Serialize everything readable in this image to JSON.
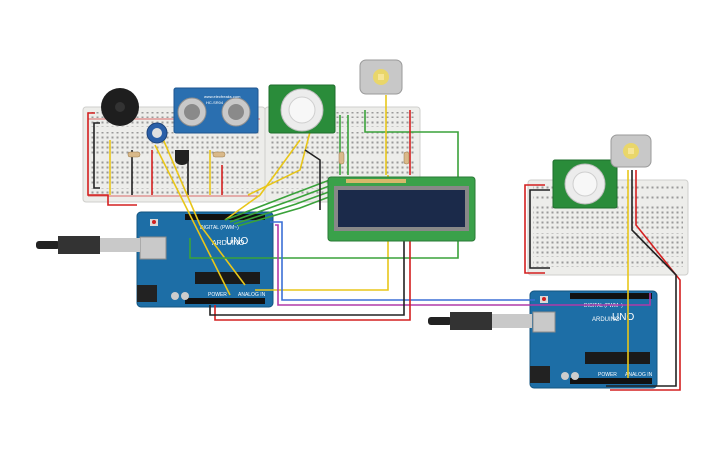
{
  "left_arduino": {
    "brand_label": "ARDUINO",
    "model_label": "UNO",
    "header_digital": "DIGITAL (PWM~)",
    "header_power": "POWER",
    "header_analog": "ANALOG IN"
  },
  "right_arduino": {
    "brand_label": "ARDUINO",
    "model_label": "UNO",
    "header_digital": "DIGITAL (PWM~)",
    "header_power": "POWER",
    "header_analog": "ANALOG IN"
  },
  "ultrasonic": {
    "model_label": "HC-SR04",
    "brand_label": "www.elecfreaks.com"
  },
  "colors": {
    "breadboard": "#f2f2ef",
    "arduino": "#1d6ea6",
    "lcd_pcb": "#3aa14a",
    "lcd_screen": "#1b2a4a",
    "pir_pcb": "#2a8c3a",
    "wire_red": "#d42020",
    "wire_black": "#222222",
    "wire_yellow": "#e8c61a",
    "wire_green": "#3aa23a",
    "wire_blue": "#3b6fd6",
    "wire_purple": "#b03aa8"
  }
}
